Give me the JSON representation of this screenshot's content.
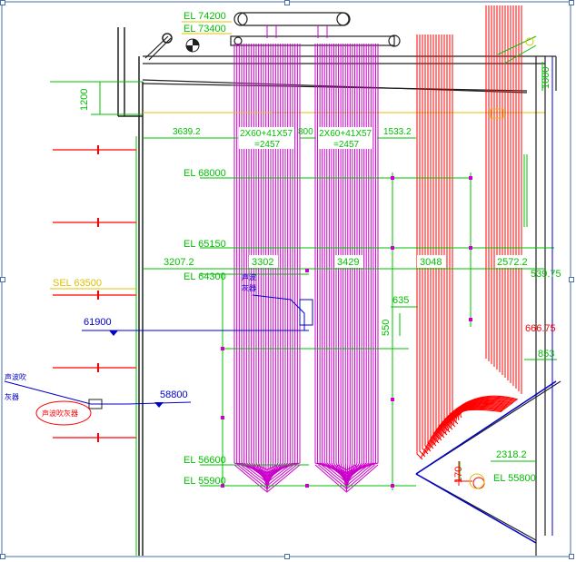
{
  "colors": {
    "green": "#00c000",
    "yellow": "#e0c000",
    "magenta": "#cc00cc",
    "pink": "#ff44ff",
    "red": "#ff0000",
    "blue": "#0000cc",
    "dark": "#202020",
    "frame_blue": "#4a6fa5"
  },
  "elevations": {
    "el_74200": "EL 74200",
    "el_73400": "EL 73400",
    "el_68000": "EL 68000",
    "el_65150": "EL 65150",
    "el_64300": "EL 64300",
    "sel_63500": "SEL 63500",
    "el_56600": "EL 56600",
    "el_55900": "EL 55900",
    "el_55800": "EL 55800"
  },
  "dimensions": {
    "d_1200": "1200",
    "d_1000": "1000",
    "d_3639": "3639.2",
    "d_pack1_line1": "2X60+41X57",
    "d_pack1_line2": "=2457",
    "d_800": "800",
    "d_pack2_line1": "2X60+41X57",
    "d_pack2_line2": "=2457",
    "d_1533": "1533.2",
    "d_3207": "3207.2",
    "d_3302": "3302",
    "d_3429": "3429",
    "d_3048": "3048",
    "d_2572": "2572.2",
    "d_539": "539.75",
    "d_635": "635",
    "d_550": "550",
    "d_666": "666.75",
    "d_853": "853",
    "d_2318": "2318.2",
    "d_170": "170",
    "d_61900": "61900",
    "d_58800": "58800"
  },
  "notes": {
    "note_a1": "声波吹",
    "note_a2": "灰器",
    "note_b": "声波吹灰器",
    "note_c": "声波",
    "note_d": "灰器"
  }
}
